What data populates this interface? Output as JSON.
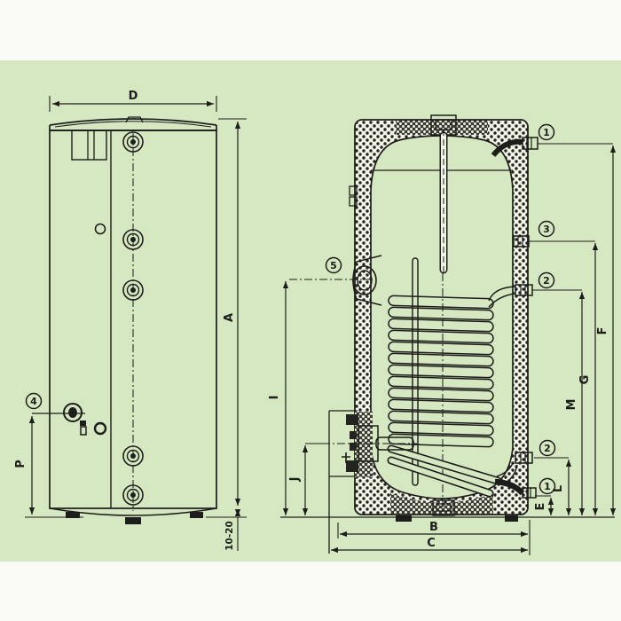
{
  "colors": {
    "page_margin": "#fafaf6",
    "drawing_background": "#d6e8c1",
    "line": "#1d1d1b"
  },
  "dimension_labels": {
    "D": "D",
    "A": "A",
    "P": "P",
    "foot_height_range": "10-20",
    "I": "I",
    "J": "J",
    "B": "B",
    "C": "C",
    "E": "E",
    "L": "L",
    "M": "M",
    "G": "G",
    "F": "F"
  },
  "port_callouts": {
    "port1": "1",
    "port2": "2",
    "port3": "3",
    "port4": "4",
    "port5": "5"
  }
}
